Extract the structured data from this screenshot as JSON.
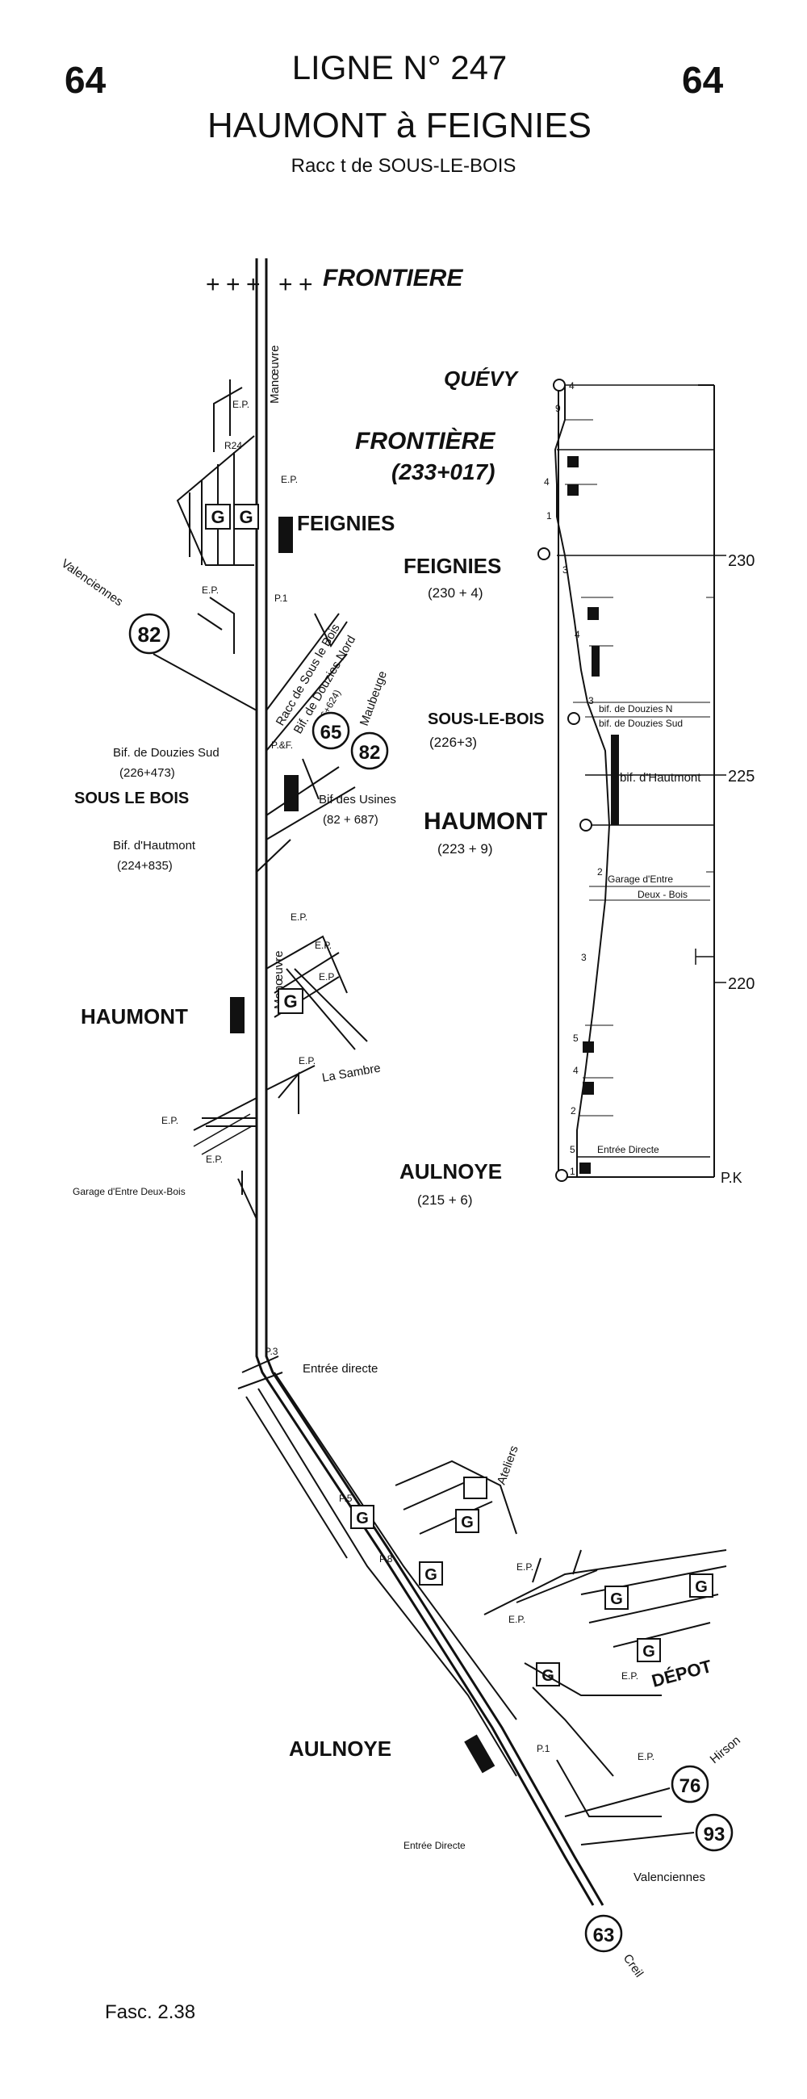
{
  "header": {
    "page_number_left": "64",
    "page_number_right": "64",
    "line_title": "LIGNE N° 247",
    "route": "HAUMONT à FEIGNIES",
    "subtitle": "Racc t de SOUS-LE-BOIS"
  },
  "map": {
    "frontier_label": "FRONTIERE",
    "stations": {
      "feignies": "FEIGNIES",
      "sous_le_bois": "SOUS LE BOIS",
      "haumont": "HAUMONT",
      "aulnoye": "AULNOYE",
      "depot": "DÉPOT",
      "ateliers": "Ateliers"
    },
    "labels": {
      "valenciennes_top": "Valenciennes",
      "valenciennes_bottom": "Valenciennes",
      "maubeuge": "Maubeuge",
      "hirson": "Hirson",
      "creil": "Creil",
      "racc": "Racc de Sous le Bois",
      "bif_douzies_nord": "Bif. de Douzies Nord",
      "bif_douzies_nord_pk": "(226+624)",
      "bif_douzies_sud": "Bif. de Douzies Sud",
      "bif_douzies_sud_pk": "(226+473)",
      "bif_usines": "Bif des Usines",
      "bif_usines_pk": "(82 + 687)",
      "bif_hautmont": "Bif. d'Hautmont",
      "bif_hautmont_pk": "(224+835)",
      "manoeuvre_top": "Manœuvre",
      "manoeuvre_mid": "Manœuvre",
      "la_sambre": "La Sambre",
      "garage": "Garage d'Entre Deux-Bois",
      "entree_directe_top": "Entrée directe",
      "entree_directe_bottom": "Entrée Directe",
      "ep": "E.P.",
      "r24": "R24",
      "p1": "P.1",
      "p3": "P.3",
      "p5": "P.5",
      "p8": "P.8",
      "pbf": "P.&F.",
      "g": "G"
    },
    "line_circles": [
      "82",
      "65",
      "82",
      "76",
      "93",
      "63"
    ]
  },
  "profile": {
    "stations": [
      {
        "name": "QUÉVY",
        "pk": ""
      },
      {
        "name": "FRONTIÈRE",
        "pk": "(233+017)"
      },
      {
        "name": "FEIGNIES",
        "pk": "(230 + 4)"
      },
      {
        "name": "SOUS-LE-BOIS",
        "pk": "(226+3)"
      },
      {
        "name": "HAUMONT",
        "pk": "(223 + 9)"
      },
      {
        "name": "AULNOYE",
        "pk": "(215 + 6)"
      }
    ],
    "km_labels": [
      "230",
      "225",
      "220",
      "P.K"
    ],
    "annotations": {
      "bif_douzies_nord": "bif. de Douzies N",
      "bif_douzies_sud": "bif. de Douzies Sud",
      "bif_hautmont": "bif. d'Hautmont",
      "garage": "Garage d'Entre",
      "deux_bois": "Deux - Bois",
      "entree_directe": "Entrée Directe"
    },
    "gradients": [
      "4",
      "9",
      "4",
      "1",
      "3",
      "4",
      "3",
      "2",
      "3",
      "5",
      "4",
      "2",
      "5",
      "1"
    ]
  },
  "footer": {
    "fascicule": "Fasc. 2.38"
  }
}
